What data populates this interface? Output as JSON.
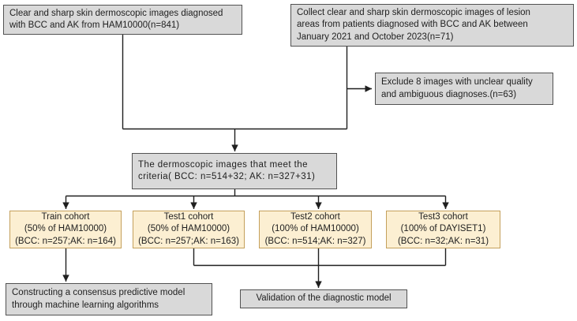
{
  "colors": {
    "process_box_fill": "#d9d9d9",
    "process_box_border": "#525252",
    "cohort_box_fill": "#fcefd2",
    "cohort_box_border": "#c4a05c",
    "connector_line": "#1f1f1f",
    "background": "#ffffff",
    "text": "#1f1f1f"
  },
  "flowchart": {
    "ham_source": {
      "text": "Clear and sharp skin dermoscopic images diagnosed\nwith BCC and AK from HAM10000(n=841)"
    },
    "hospital_source": {
      "text": "Collect clear and sharp skin dermoscopic images of lesion\nareas from patients diagnosed with BCC and AK between\nJanuary 2021 and October 2023(n=71)"
    },
    "exclusion": {
      "text": "Exclude 8 images with unclear quality\nand ambiguous diagnoses.(n=63)"
    },
    "criteria": {
      "text": "The dermoscopic images that meet the\ncriteria( BCC: n=514+32; AK: n=327+31)"
    },
    "train_cohort": {
      "text": "Train cohort\n(50% of HAM10000)\n(BCC: n=257;AK: n=164)"
    },
    "test1_cohort": {
      "text": "Test1 cohort\n(50% of HAM10000)\n(BCC: n=257;AK: n=163)"
    },
    "test2_cohort": {
      "text": "Test2 cohort\n(100% of HAM10000)\n(BCC: n=514;AK: n=327)"
    },
    "test3_cohort": {
      "text": "Test3 cohort\n(100% of DAYISET1)\n(BCC: n=32;AK: n=31)"
    },
    "model_construction": {
      "text": "Constructing a consensus predictive model\nthrough machine learning algorithms"
    },
    "validation": {
      "text": "Validation of the diagnostic model"
    }
  }
}
